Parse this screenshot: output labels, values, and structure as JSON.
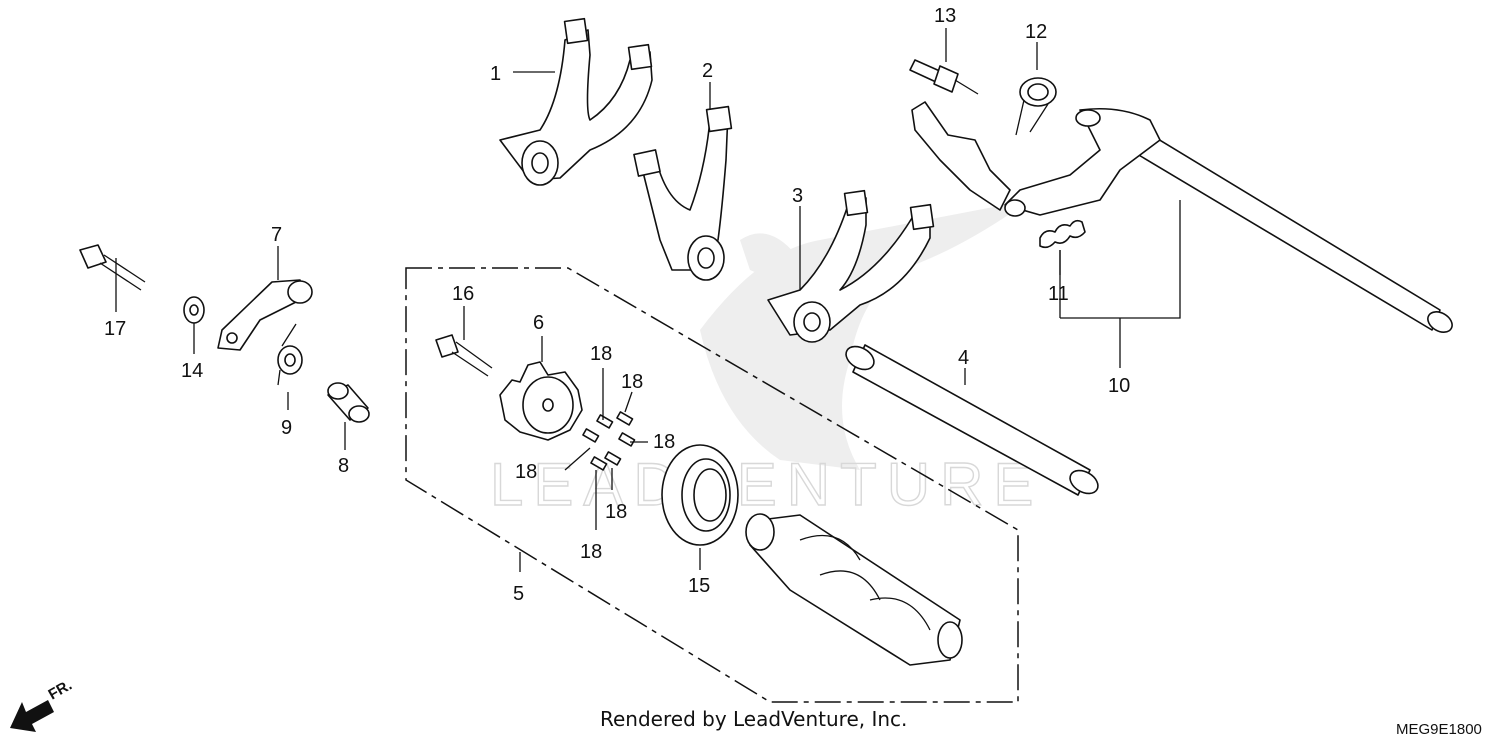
{
  "footer": {
    "rendered_by": "Rendered by LeadVenture, Inc.",
    "diagram_code": "MEG9E1800",
    "front_marker": "FR."
  },
  "watermark": {
    "text": "LEADVENTURE"
  },
  "callouts": {
    "c1": "1",
    "c2": "2",
    "c3": "3",
    "c4": "4",
    "c5": "5",
    "c6": "6",
    "c7": "7",
    "c8": "8",
    "c9": "9",
    "c10": "10",
    "c11": "11",
    "c12": "12",
    "c13": "13",
    "c14": "14",
    "c15": "15",
    "c16": "16",
    "c17": "17",
    "c18a": "18",
    "c18b": "18",
    "c18c": "18",
    "c18d": "18",
    "c18e": "18",
    "c18f": "18"
  }
}
